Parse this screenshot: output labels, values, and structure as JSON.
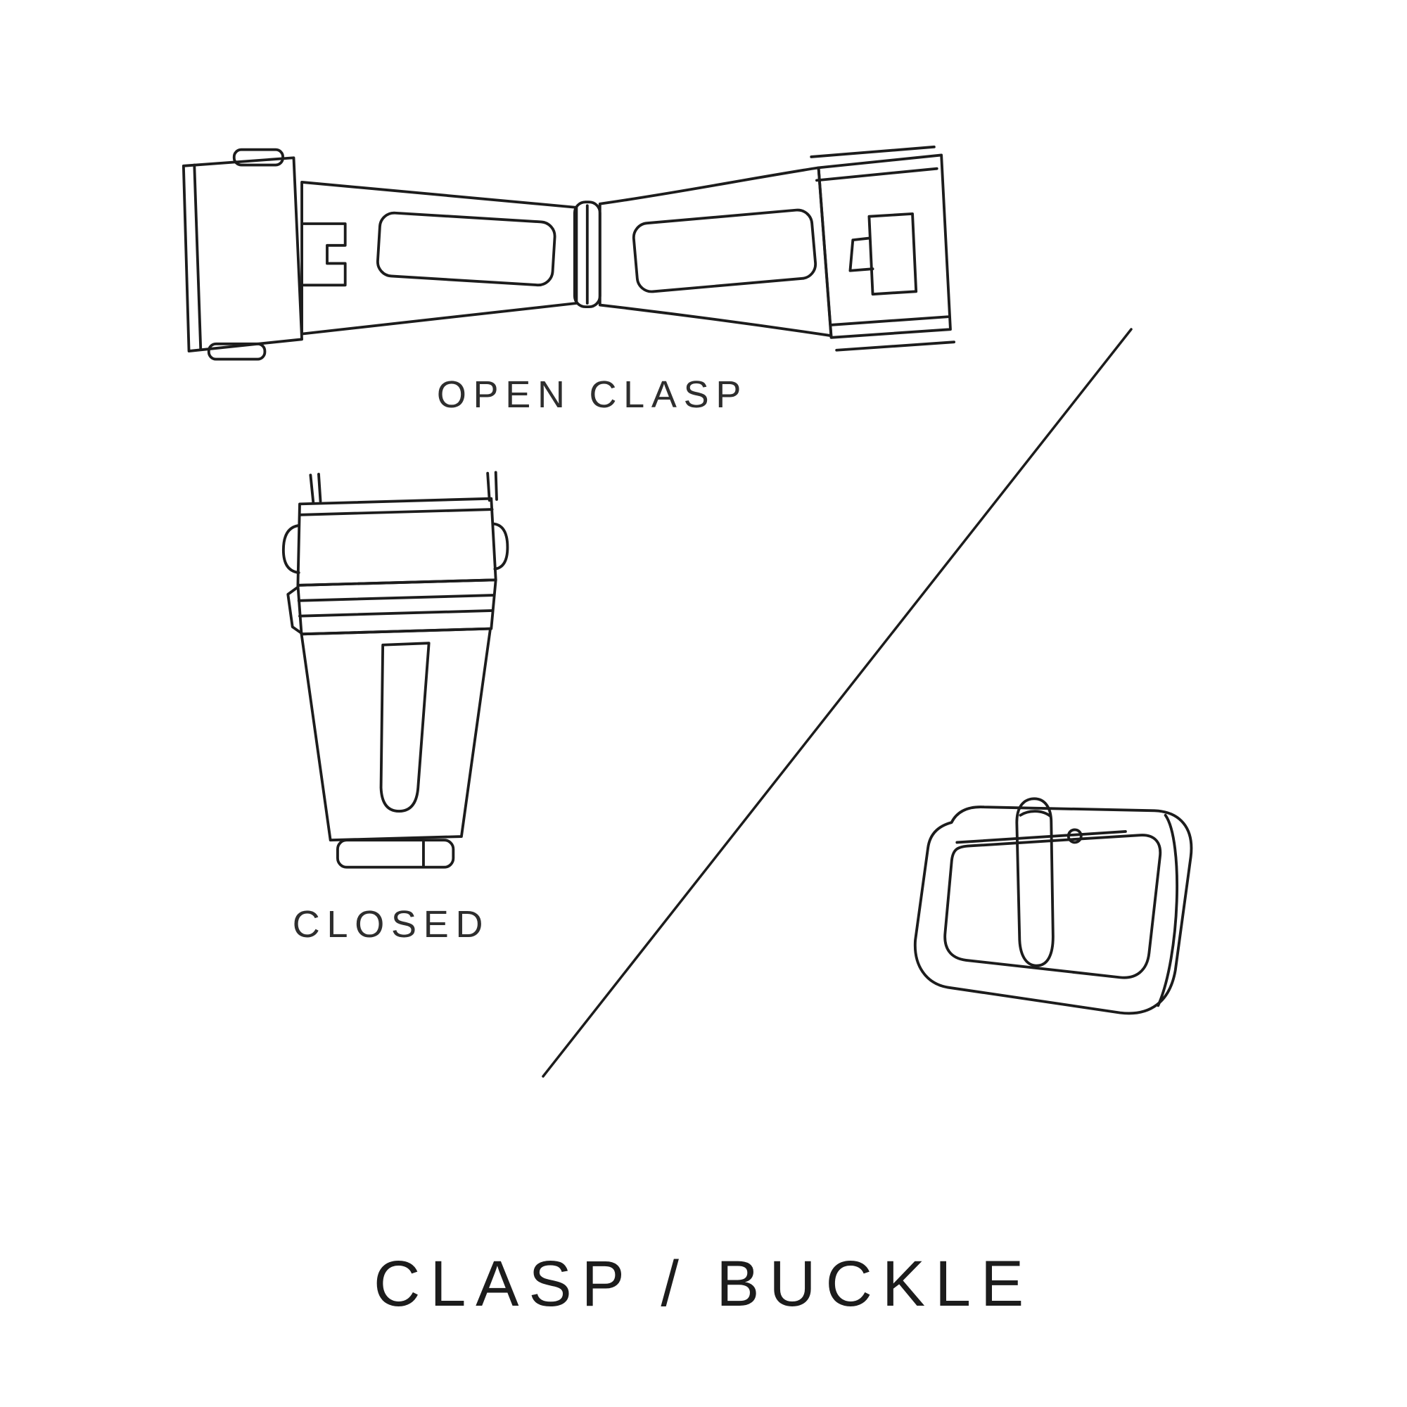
{
  "page": {
    "background": "#ffffff",
    "ink": "#1c1c1c",
    "text_color": "#2e2e2e"
  },
  "labels": {
    "open_clasp": "OPEN CLASP",
    "closed": "CLOSED",
    "title": "CLASP / BUCKLE"
  },
  "icons": {
    "open_clasp_illustration": "open-deployant-clasp-line-drawing",
    "closed_clasp_illustration": "closed-clasp-line-drawing",
    "buckle_illustration": "tang-buckle-line-drawing",
    "divider": "diagonal-divider-line"
  }
}
